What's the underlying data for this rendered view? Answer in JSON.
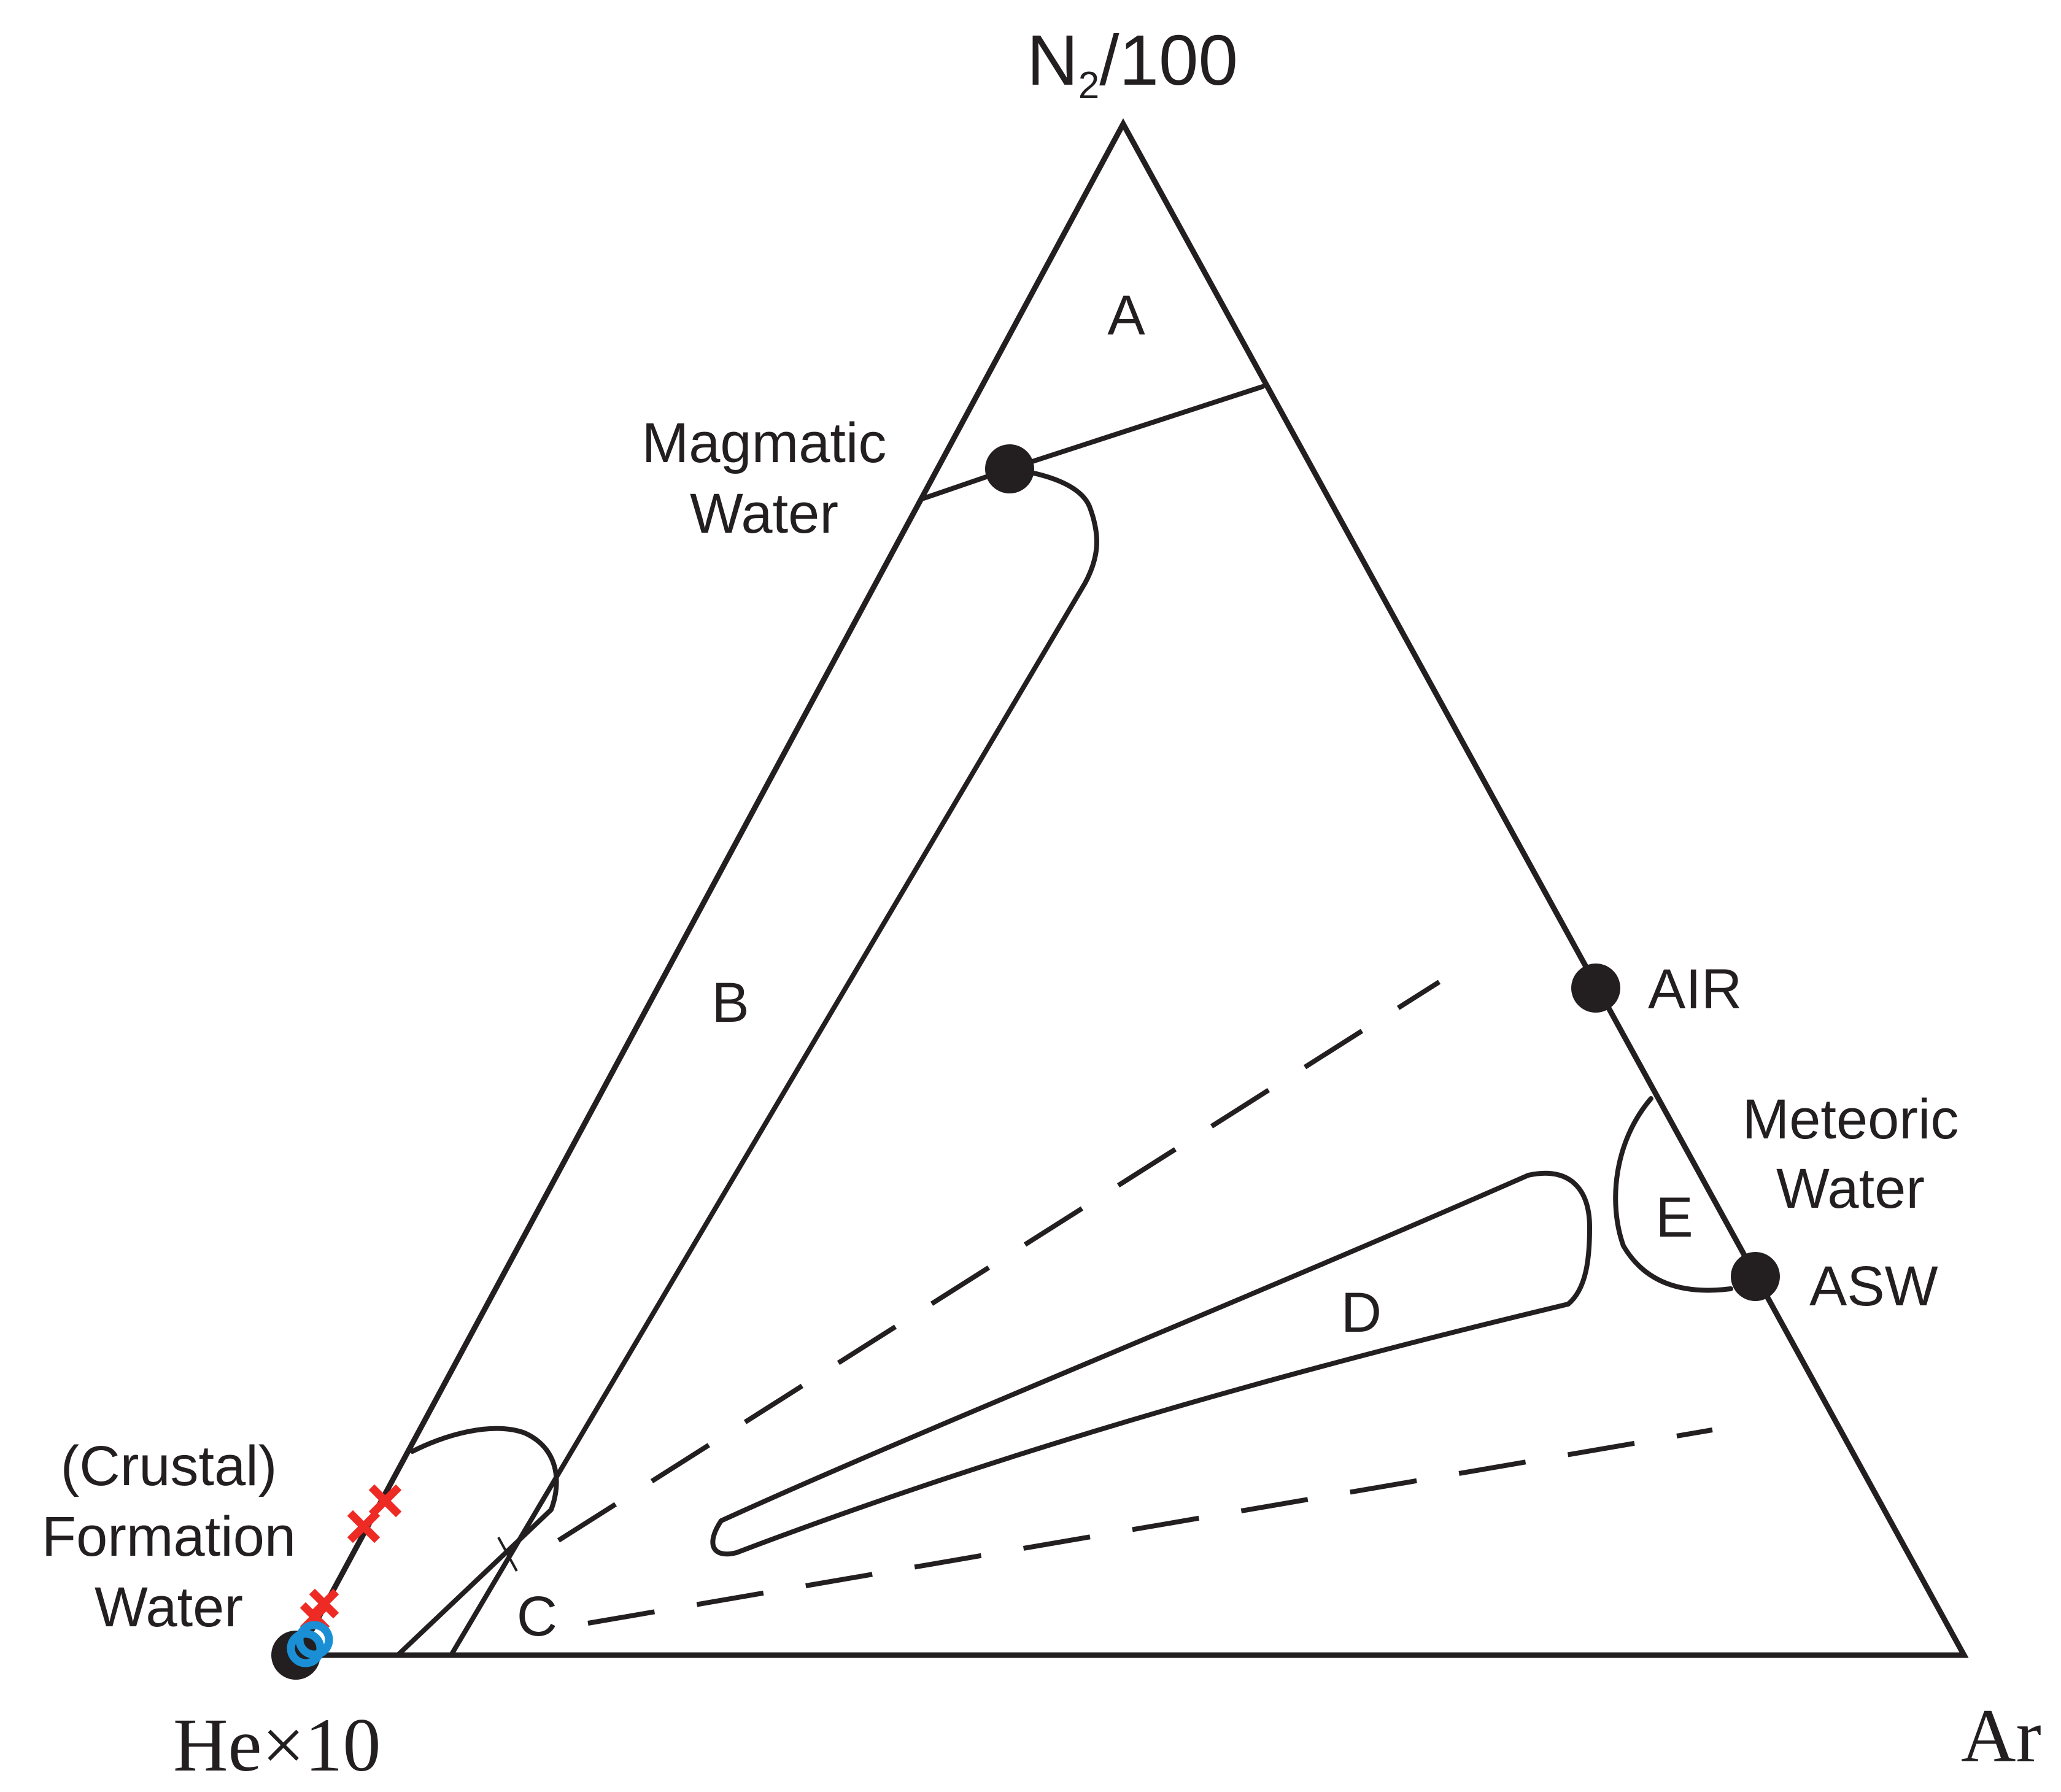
{
  "diagram": {
    "vertices": {
      "top": {
        "label": "N",
        "subscript": "2",
        "suffix": "/100"
      },
      "left": {
        "label": "He×10"
      },
      "right": {
        "label": "Ar"
      }
    },
    "regions": {
      "a": "A",
      "b": "B",
      "c": "C",
      "d": "D",
      "e": "E"
    },
    "reference_points": {
      "magmatic_line1": "Magmatic",
      "magmatic_line2": "Water",
      "air": "AIR",
      "meteoric_line1": "Meteoric",
      "meteoric_line2": "Water",
      "asw": "ASW",
      "crustal_line1": "(Crustal)",
      "crustal_line2": "Formation",
      "crustal_line3": "Water"
    },
    "marker_colors": {
      "reference": "#231f20",
      "cross_samples": "#ee2a24",
      "circle_samples": "#1a8fd6"
    }
  }
}
